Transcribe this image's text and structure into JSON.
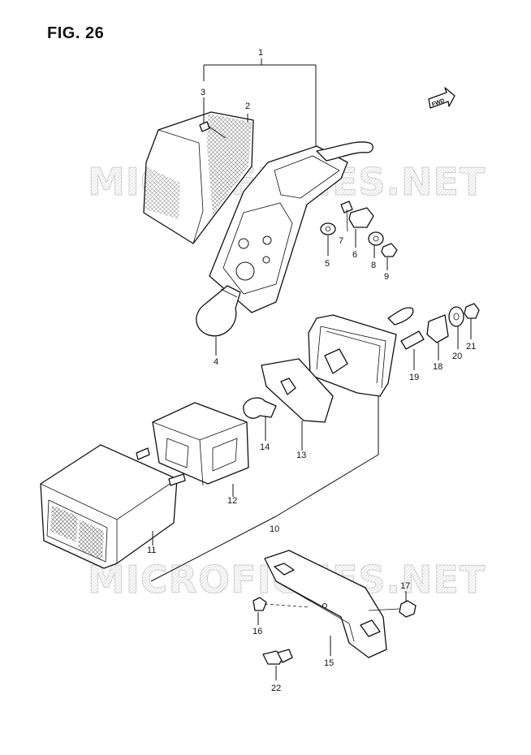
{
  "figure": {
    "title": "FIG. 26"
  },
  "watermark": {
    "text_top": "MICROFICHES.NET",
    "text_bottom": "MICROFICHES.NET"
  },
  "fwd_badge": {
    "label": "FWD"
  },
  "callouts": {
    "c1": "1",
    "c2": "2",
    "c3": "3",
    "c4": "4",
    "c5": "5",
    "c6": "6",
    "c7": "7",
    "c8": "8",
    "c9": "9",
    "c10": "10",
    "c11": "11",
    "c12": "12",
    "c13": "13",
    "c14": "14",
    "c15": "15",
    "c16": "16",
    "c17": "17",
    "c18": "18",
    "c19": "19",
    "c20": "20",
    "c21": "21",
    "c22": "22"
  }
}
